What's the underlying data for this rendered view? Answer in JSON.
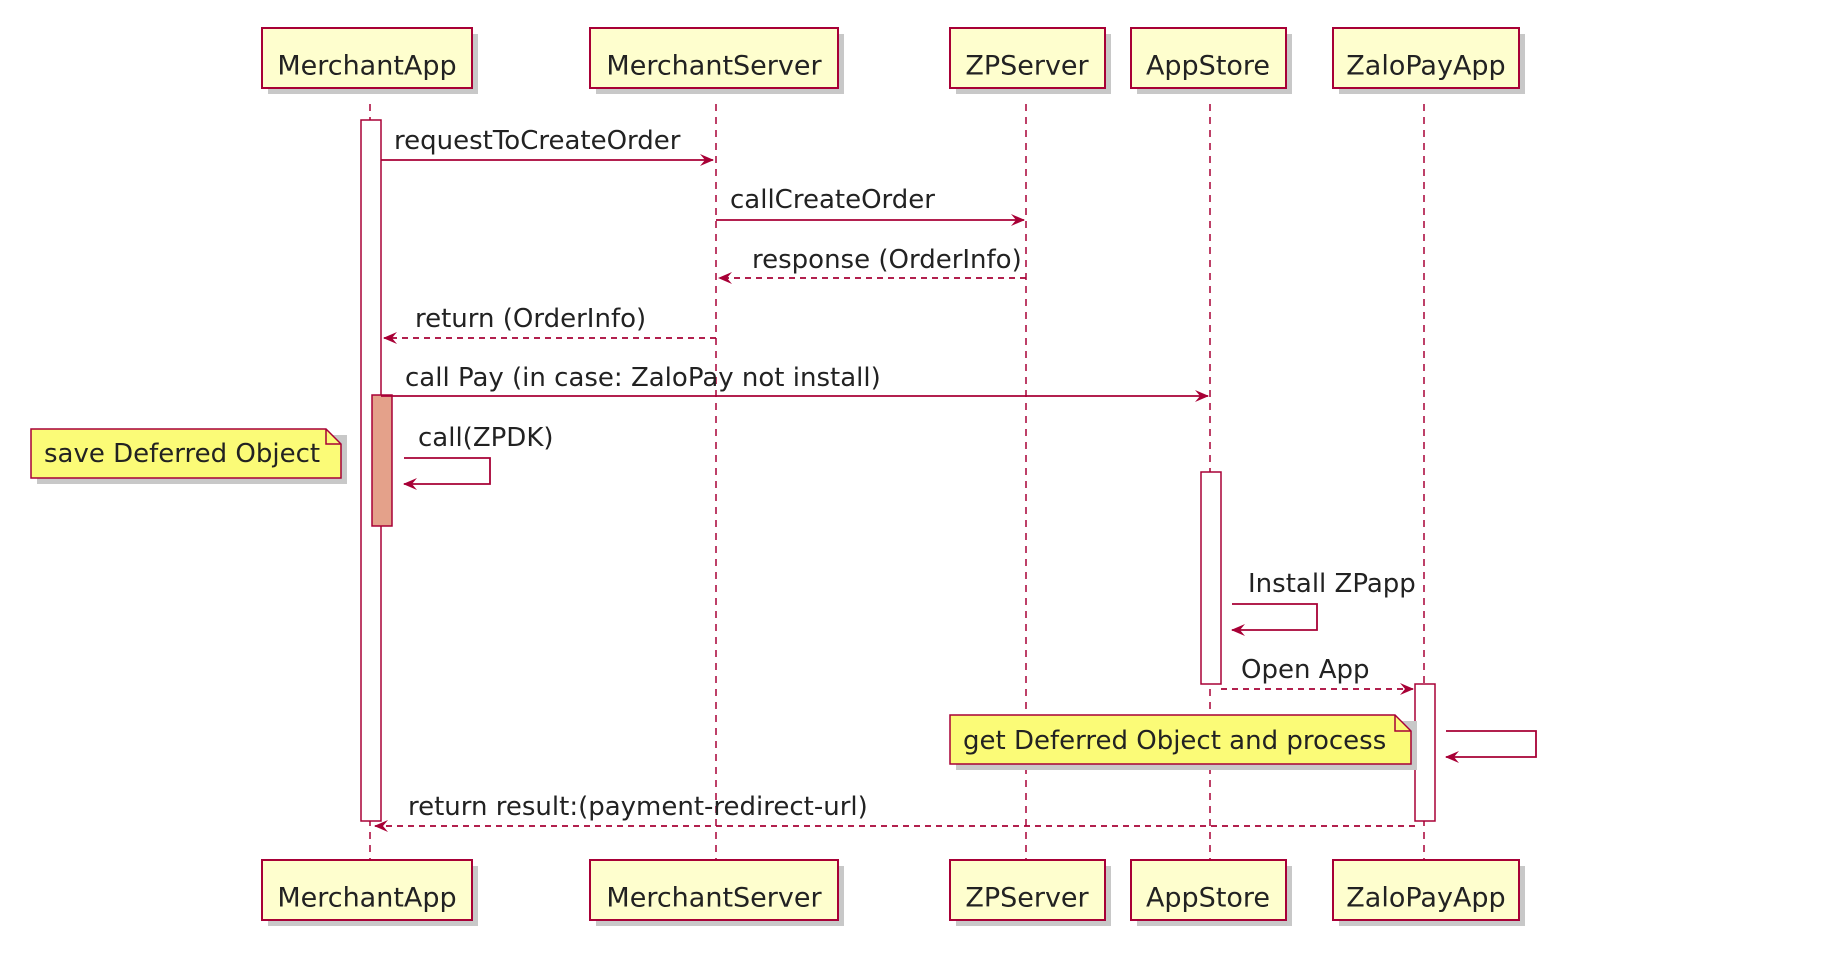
{
  "participants": [
    {
      "id": "merchant-app",
      "label": "MerchantApp"
    },
    {
      "id": "merchant-server",
      "label": "MerchantServer"
    },
    {
      "id": "zp-server",
      "label": "ZPServer"
    },
    {
      "id": "app-store",
      "label": "AppStore"
    },
    {
      "id": "zalopay-app",
      "label": "ZaloPayApp"
    }
  ],
  "messages": [
    {
      "id": "request-to-create-order",
      "label": "requestToCreateOrder",
      "from": "MerchantApp",
      "to": "MerchantServer",
      "style": "solid"
    },
    {
      "id": "call-create-order",
      "label": "callCreateOrder",
      "from": "MerchantServer",
      "to": "ZPServer",
      "style": "solid"
    },
    {
      "id": "response-order-info",
      "label": "response (OrderInfo)",
      "from": "ZPServer",
      "to": "MerchantServer",
      "style": "dashed"
    },
    {
      "id": "return-order-info",
      "label": "return (OrderInfo)",
      "from": "MerchantServer",
      "to": "MerchantApp",
      "style": "dashed"
    },
    {
      "id": "call-pay",
      "label": "call Pay (in case: ZaloPay not install)",
      "from": "MerchantApp",
      "to": "AppStore",
      "style": "solid"
    },
    {
      "id": "call-zpdk",
      "label": "call(ZPDK)",
      "from": "MerchantApp",
      "to": "MerchantApp",
      "style": "solid"
    },
    {
      "id": "install-zpapp",
      "label": "Install ZPapp",
      "from": "AppStore",
      "to": "AppStore",
      "style": "solid"
    },
    {
      "id": "open-app",
      "label": "Open App",
      "from": "AppStore",
      "to": "ZaloPayApp",
      "style": "dashed"
    },
    {
      "id": "zalopay-self",
      "label": "",
      "from": "ZaloPayApp",
      "to": "ZaloPayApp",
      "style": "solid"
    },
    {
      "id": "return-result",
      "label": "return result:(payment-redirect-url)",
      "from": "ZaloPayApp",
      "to": "MerchantApp",
      "style": "dashed"
    }
  ],
  "notes": [
    {
      "id": "save-deferred",
      "label": "save Deferred Object"
    },
    {
      "id": "get-deferred",
      "label": "get Deferred Object and process"
    }
  ],
  "colors": {
    "participant_fill": "#FEFECE",
    "participant_border": "#A80036",
    "arrow": "#A80036",
    "lifeline": "#A80036",
    "activation_fill": "#FFFFFF",
    "activation_highlight": "#E4A18A",
    "note_fill": "#FBFB77",
    "note_border": "#A80036",
    "shadow": "#C8C8C8"
  }
}
